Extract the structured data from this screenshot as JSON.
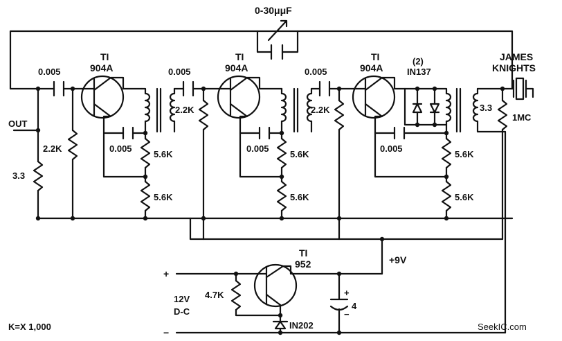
{
  "labels": {
    "feedback_cap": "0-30μμF",
    "out": "OUT",
    "r_out": "3.3",
    "r_in": "2.2K",
    "c_in": "0.005",
    "stage1": {
      "name": "TI",
      "part": "904A",
      "c_emitter": "0.005",
      "r_top": "5.6K",
      "r_bot": "5.6K",
      "c_couple": "0.005",
      "r_load": "2.2K"
    },
    "stage2": {
      "name": "TI",
      "part": "904A",
      "c_emitter": "0.005",
      "r_top": "5.6K",
      "r_bot": "5.6K",
      "c_couple": "0.005",
      "r_load": "2.2K"
    },
    "stage3": {
      "name": "TI",
      "part": "904A",
      "c_emitter": "0.005",
      "r_top": "5.6K",
      "r_bot": "5.6K"
    },
    "diodes_count": "(2)",
    "diodes_part": "IN137",
    "crystal_maker_1": "JAMES",
    "crystal_maker_2": "KNIGHTS",
    "r_crystal": "3.3",
    "crystal_freq": "1MC",
    "v_reg": "+9V",
    "reg_name": "TI",
    "reg_part": "952",
    "plus": "+",
    "minus": "−",
    "supply_1": "12V",
    "supply_2": "D-C",
    "r_bias": "4.7K",
    "zener": "IN202",
    "c_filter": "4",
    "c_plus": "+",
    "c_minus": "−",
    "k_note": "K=X 1,000",
    "watermark": "SeekIC.com"
  }
}
